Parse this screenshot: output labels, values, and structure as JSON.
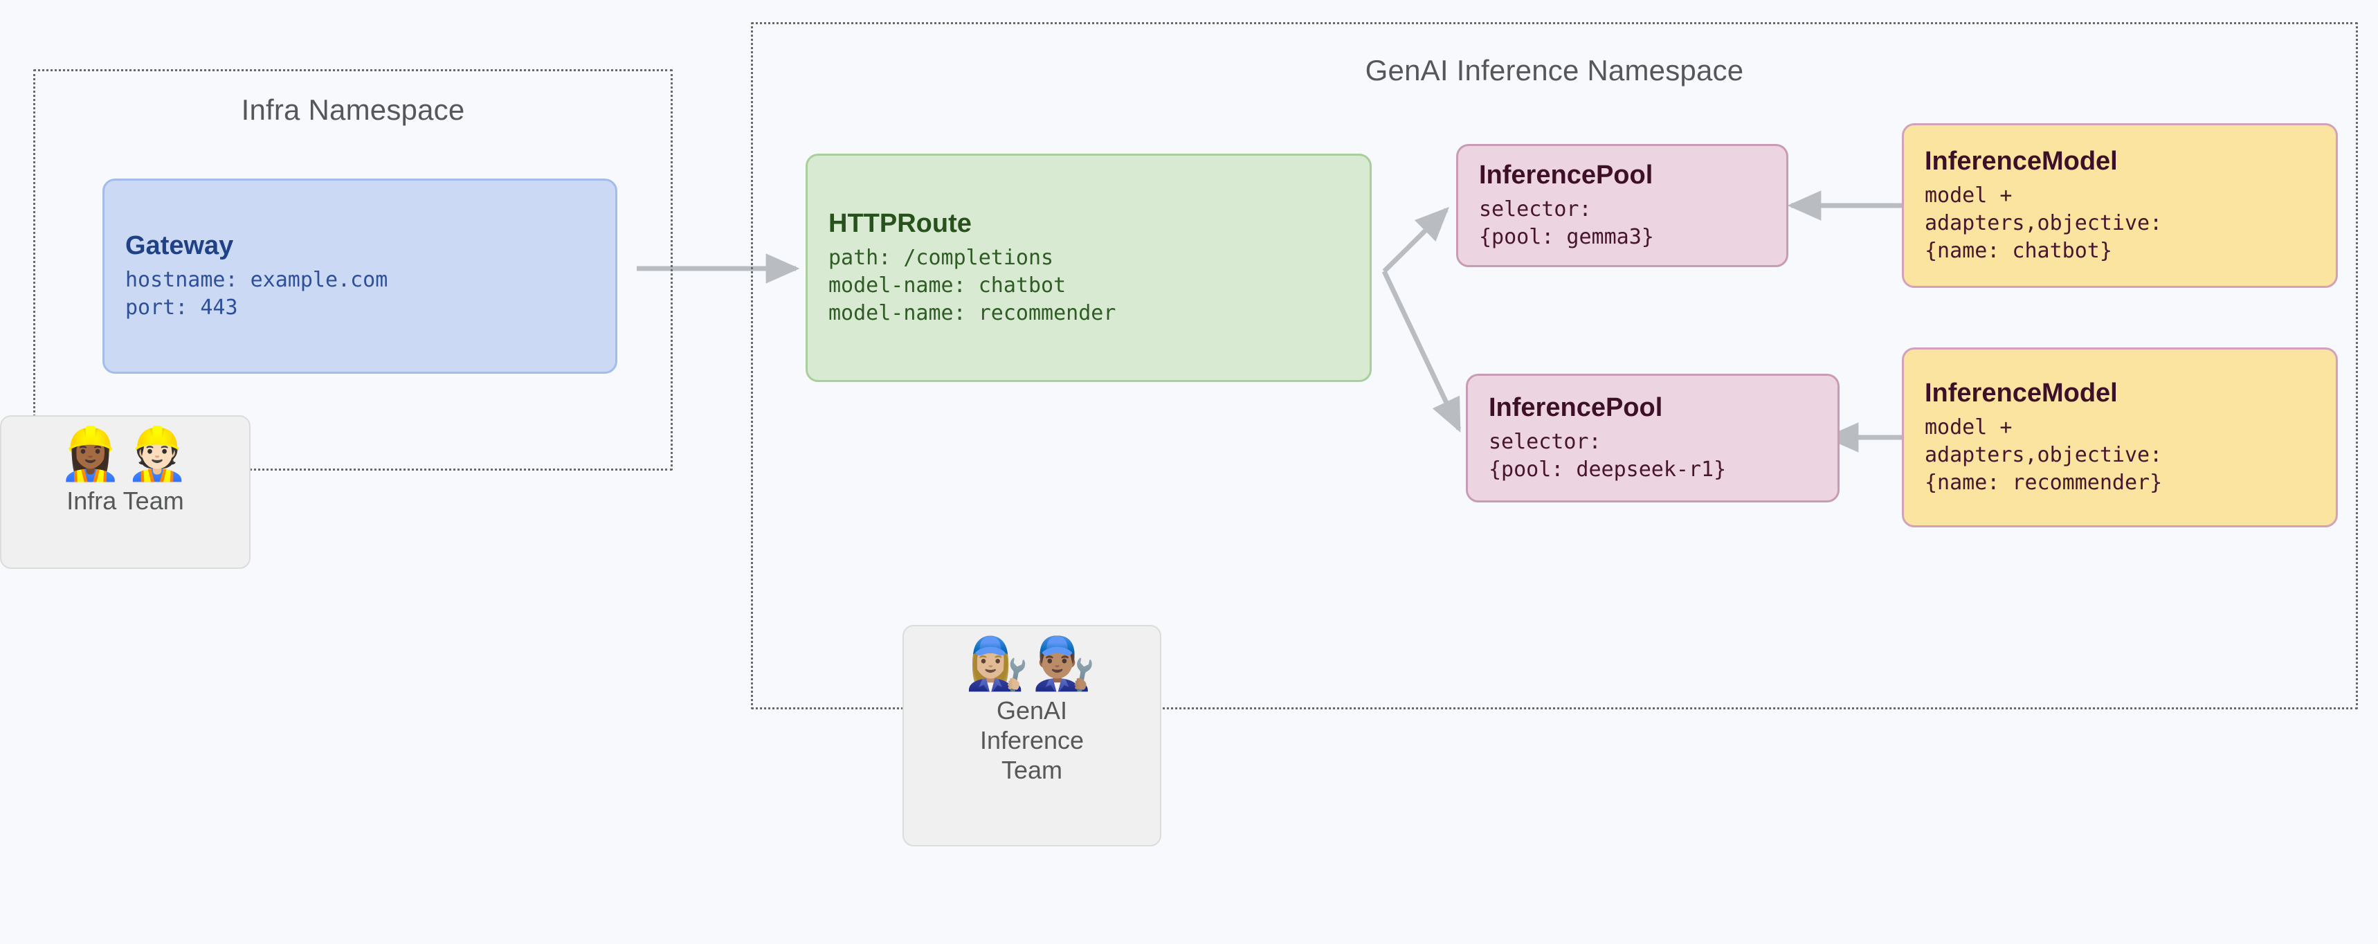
{
  "diagram": {
    "background_color": "#f7f9fc",
    "connector_color": "#b9bdc2"
  },
  "namespaces": [
    {
      "id": "infra",
      "title": "Infra Namespace",
      "border_style": "dotted",
      "border_color": "#666a6e"
    },
    {
      "id": "genai",
      "title": "GenAI Inference Namespace",
      "border_style": "dotted",
      "border_color": "#666a6e"
    }
  ],
  "nodes": {
    "gateway": {
      "kind": "Gateway",
      "fill": "#ccd9f5",
      "border": "#a3bced",
      "text_color": "#1f4287",
      "lines": [
        "hostname: example.com",
        "port: 443"
      ]
    },
    "httproute": {
      "kind": "HTTPRoute",
      "fill": "#d9ead3",
      "border": "#a9cf9d",
      "text_color": "#27521c",
      "lines": [
        "path: /completions",
        "model-name: chatbot",
        "model-name: recommender"
      ]
    },
    "pool_gemma3": {
      "kind": "InferencePool",
      "fill": "#ecd4e0",
      "border": "#c79cb4",
      "text_color": "#3d1027",
      "lines": [
        "selector:",
        "{pool: gemma3}"
      ]
    },
    "pool_deepseek": {
      "kind": "InferencePool",
      "fill": "#ecd4e0",
      "border": "#c79cb4",
      "text_color": "#3d1027",
      "lines": [
        "selector:",
        "{pool: deepseek-r1}"
      ]
    },
    "model_chatbot": {
      "kind": "InferenceModel",
      "fill": "#fae4a0",
      "border": "#d4a1bd",
      "text_color": "#3d1027",
      "lines": [
        "model +",
        "adapters,objective:",
        "{name: chatbot}"
      ]
    },
    "model_recommender": {
      "kind": "InferenceModel",
      "fill": "#fae4a0",
      "border": "#d4a1bd",
      "text_color": "#3d1027",
      "lines": [
        "model +",
        "adapters,objective:",
        "{name: recommender}"
      ]
    }
  },
  "teams": {
    "infra_team": {
      "label": "Infra Team",
      "emojis": "👷🏾‍♀️👷🏻"
    },
    "genai_team": {
      "label": "GenAI\nInference\nTeam",
      "emojis": "👩🏼‍🔧👨🏽‍🔧"
    }
  }
}
